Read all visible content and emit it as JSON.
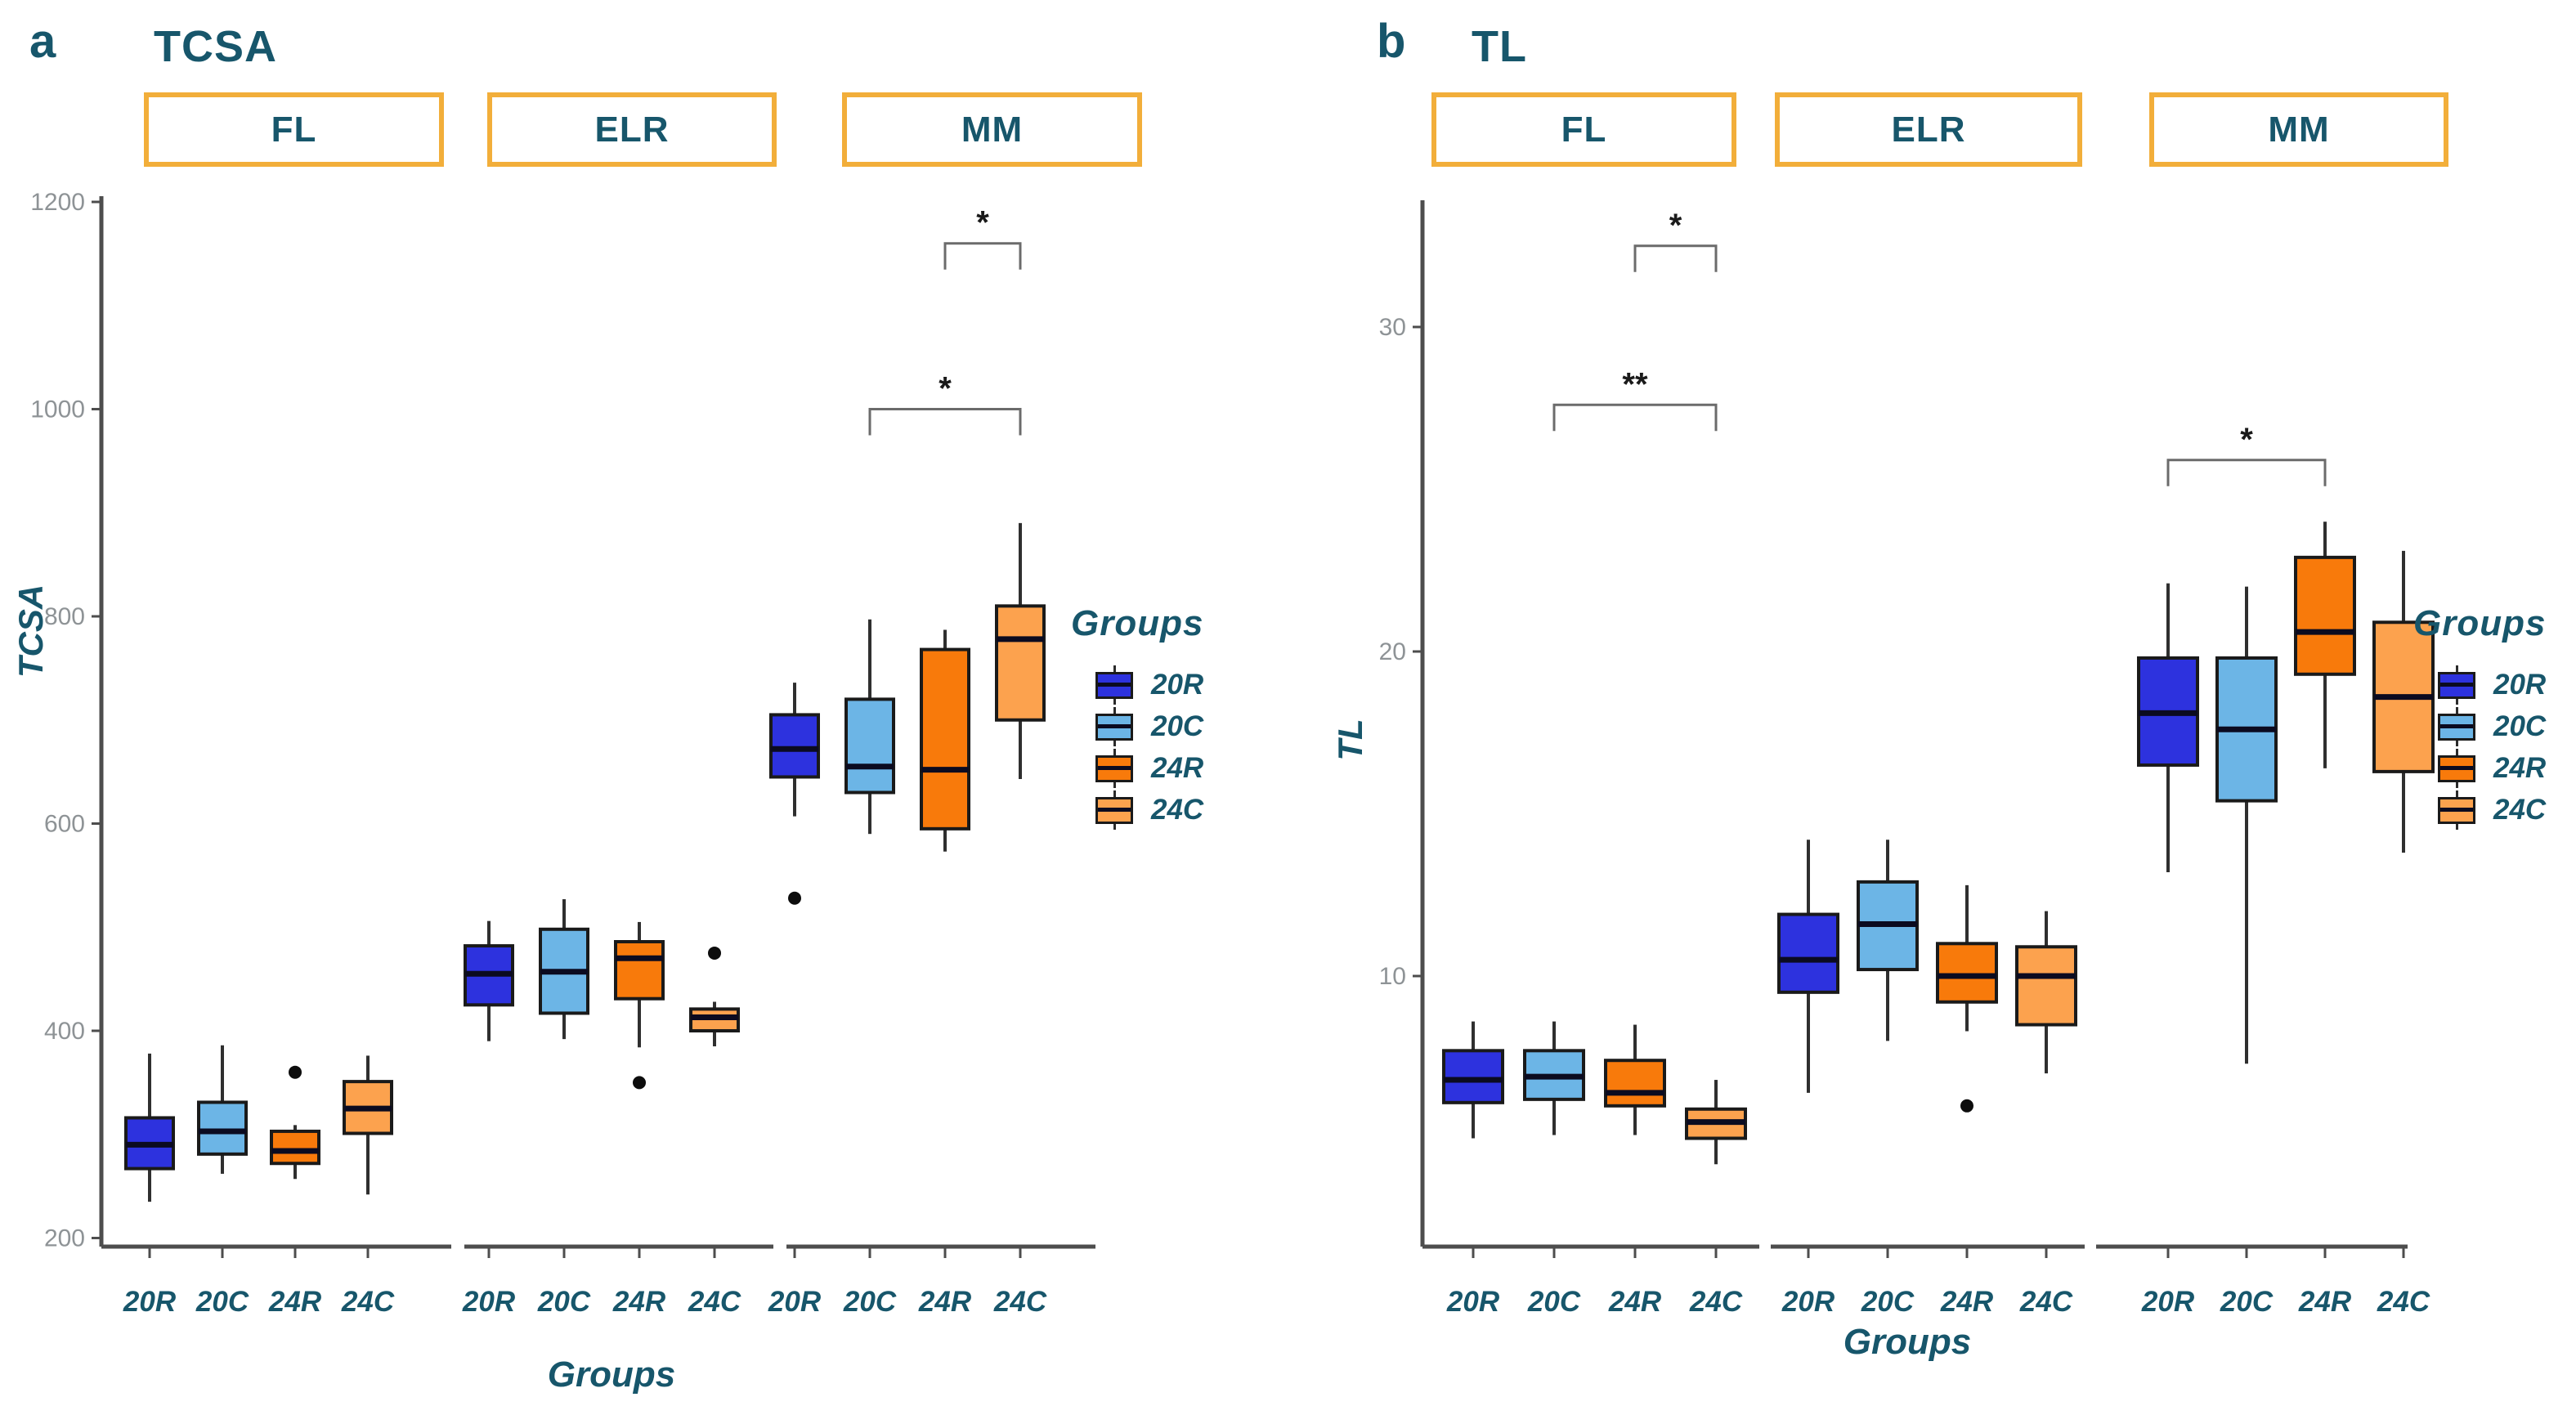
{
  "colors": {
    "group_colors": {
      "20R": "#2D32DE",
      "20C": "#6CB5E6",
      "24R": "#F87A0B",
      "24C": "#FCA24E"
    },
    "teal_text": "#17566B",
    "facet_border": "#F2AE3A",
    "axis_color": "#4D4D4D",
    "tick_label_color": "#8E9396",
    "median_color": "#0B0B20",
    "box_border": "#1A1A1A",
    "bracket_color": "#6B6B6B",
    "outlier_color": "#0D0D0D"
  },
  "legend": {
    "title": "Groups",
    "items": [
      {
        "label": "20R"
      },
      {
        "label": "20C"
      },
      {
        "label": "24R"
      },
      {
        "label": "24C"
      }
    ]
  },
  "chart_data": [
    {
      "type": "boxplot",
      "panel_label": "a",
      "title": "TCSA",
      "ylabel": "TCSA",
      "xlabel": "Groups",
      "ylim": [
        192,
        1205
      ],
      "yticks": [
        200,
        400,
        600,
        800,
        1000,
        1200
      ],
      "grid": false,
      "legend_position": "right",
      "facets": [
        "FL",
        "ELR",
        "MM"
      ],
      "groups": [
        "20R",
        "20C",
        "24R",
        "24C"
      ],
      "boxes": [
        {
          "facet": "FL",
          "group": "20R",
          "whislo": 235,
          "q1": 267,
          "med": 290,
          "q3": 316,
          "whishi": 378,
          "outliers": []
        },
        {
          "facet": "FL",
          "group": "20C",
          "whislo": 262,
          "q1": 281,
          "med": 303,
          "q3": 331,
          "whishi": 386,
          "outliers": []
        },
        {
          "facet": "FL",
          "group": "24R",
          "whislo": 257,
          "q1": 272,
          "med": 284,
          "q3": 303,
          "whishi": 309,
          "outliers": [
            360
          ]
        },
        {
          "facet": "FL",
          "group": "24C",
          "whislo": 242,
          "q1": 301,
          "med": 325,
          "q3": 351,
          "whishi": 376,
          "outliers": []
        },
        {
          "facet": "ELR",
          "group": "20R",
          "whislo": 390,
          "q1": 425,
          "med": 455,
          "q3": 482,
          "whishi": 506,
          "outliers": []
        },
        {
          "facet": "ELR",
          "group": "20C",
          "whislo": 392,
          "q1": 417,
          "med": 457,
          "q3": 498,
          "whishi": 527,
          "outliers": []
        },
        {
          "facet": "ELR",
          "group": "24R",
          "whislo": 384,
          "q1": 431,
          "med": 470,
          "q3": 486,
          "whishi": 505,
          "outliers": [
            350
          ]
        },
        {
          "facet": "ELR",
          "group": "24C",
          "whislo": 385,
          "q1": 400,
          "med": 413,
          "q3": 421,
          "whishi": 428,
          "outliers": [
            475
          ]
        },
        {
          "facet": "MM",
          "group": "20R",
          "whislo": 607,
          "q1": 645,
          "med": 672,
          "q3": 705,
          "whishi": 736,
          "outliers": [
            528
          ]
        },
        {
          "facet": "MM",
          "group": "20C",
          "whislo": 590,
          "q1": 630,
          "med": 655,
          "q3": 720,
          "whishi": 797,
          "outliers": []
        },
        {
          "facet": "MM",
          "group": "24R",
          "whislo": 573,
          "q1": 595,
          "med": 652,
          "q3": 768,
          "whishi": 787,
          "outliers": []
        },
        {
          "facet": "MM",
          "group": "24C",
          "whislo": 643,
          "q1": 700,
          "med": 778,
          "q3": 810,
          "whishi": 890,
          "outliers": []
        }
      ],
      "significance": [
        {
          "facet": "MM",
          "from": "24R",
          "to": "24C",
          "label": "*",
          "y": 1160
        },
        {
          "facet": "MM",
          "from": "20C",
          "to": "24C",
          "label": "*",
          "y": 1000
        }
      ]
    },
    {
      "type": "boxplot",
      "panel_label": "b",
      "title": "TL",
      "ylabel": "TL",
      "xlabel": "Groups",
      "ylim": [
        1.7,
        33.9
      ],
      "yticks": [
        10,
        20,
        30
      ],
      "grid": false,
      "legend_position": "right",
      "facets": [
        "FL",
        "ELR",
        "MM"
      ],
      "groups": [
        "20R",
        "20C",
        "24R",
        "24C"
      ],
      "boxes": [
        {
          "facet": "FL",
          "group": "20R",
          "whislo": 5.0,
          "q1": 6.1,
          "med": 6.8,
          "q3": 7.7,
          "whishi": 8.6,
          "outliers": []
        },
        {
          "facet": "FL",
          "group": "20C",
          "whislo": 5.1,
          "q1": 6.2,
          "med": 6.9,
          "q3": 7.7,
          "whishi": 8.6,
          "outliers": []
        },
        {
          "facet": "FL",
          "group": "24R",
          "whislo": 5.1,
          "q1": 6.0,
          "med": 6.4,
          "q3": 7.4,
          "whishi": 8.5,
          "outliers": []
        },
        {
          "facet": "FL",
          "group": "24C",
          "whislo": 4.2,
          "q1": 5.0,
          "med": 5.5,
          "q3": 5.9,
          "whishi": 6.8,
          "outliers": []
        },
        {
          "facet": "ELR",
          "group": "20R",
          "whislo": 6.4,
          "q1": 9.5,
          "med": 10.5,
          "q3": 11.9,
          "whishi": 14.2,
          "outliers": []
        },
        {
          "facet": "ELR",
          "group": "20C",
          "whislo": 8.0,
          "q1": 10.2,
          "med": 11.6,
          "q3": 12.9,
          "whishi": 14.2,
          "outliers": []
        },
        {
          "facet": "ELR",
          "group": "24R",
          "whislo": 8.3,
          "q1": 9.2,
          "med": 10.0,
          "q3": 11.0,
          "whishi": 12.8,
          "outliers": [
            6.0
          ]
        },
        {
          "facet": "ELR",
          "group": "24C",
          "whislo": 7.0,
          "q1": 8.5,
          "med": 10.0,
          "q3": 10.9,
          "whishi": 12.0,
          "outliers": []
        },
        {
          "facet": "MM",
          "group": "20R",
          "whislo": 13.2,
          "q1": 16.5,
          "med": 18.1,
          "q3": 19.8,
          "whishi": 22.1,
          "outliers": []
        },
        {
          "facet": "MM",
          "group": "20C",
          "whislo": 7.3,
          "q1": 15.4,
          "med": 17.6,
          "q3": 19.8,
          "whishi": 22.0,
          "outliers": []
        },
        {
          "facet": "MM",
          "group": "24R",
          "whislo": 16.4,
          "q1": 19.3,
          "med": 20.6,
          "q3": 22.9,
          "whishi": 24.0,
          "outliers": []
        },
        {
          "facet": "MM",
          "group": "24C",
          "whislo": 13.8,
          "q1": 16.3,
          "med": 18.6,
          "q3": 20.9,
          "whishi": 23.1,
          "outliers": []
        }
      ],
      "significance": [
        {
          "facet": "FL",
          "from": "24R",
          "to": "24C",
          "label": "*",
          "y": 32.5
        },
        {
          "facet": "FL",
          "from": "20C",
          "to": "24C",
          "label": "**",
          "y": 27.6
        },
        {
          "facet": "MM",
          "from": "20R",
          "to": "24R",
          "label": "*",
          "y": 25.9
        }
      ]
    }
  ]
}
